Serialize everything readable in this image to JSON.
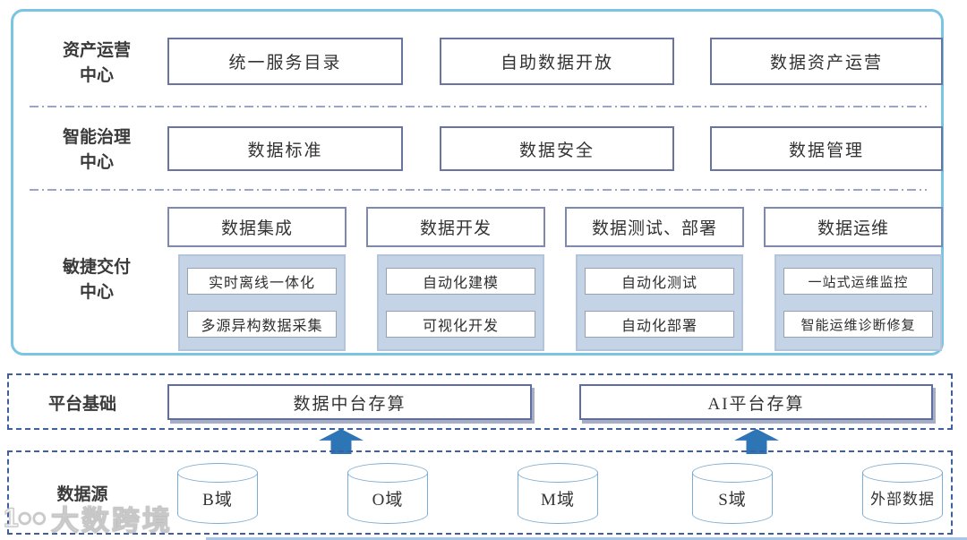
{
  "layers": {
    "asset_ops": {
      "label": "资产运营\n中心",
      "boxes": [
        "统一服务目录",
        "自助数据开放",
        "数据资产运营"
      ]
    },
    "governance": {
      "label": "智能治理\n中心",
      "boxes": [
        "数据标准",
        "数据安全",
        "数据管理"
      ]
    },
    "agile": {
      "label": "敏捷交付\n中心",
      "columns": [
        {
          "header": "数据集成",
          "items": [
            "实时离线一体化",
            "多源异构数据采集"
          ]
        },
        {
          "header": "数据开发",
          "items": [
            "自动化建模",
            "可视化开发"
          ]
        },
        {
          "header": "数据测试、部署",
          "items": [
            "自动化测试",
            "自动化部署"
          ]
        },
        {
          "header": "数据运维",
          "items": [
            "一站式运维监控",
            "智能运维诊断修复"
          ]
        }
      ]
    },
    "platform": {
      "label": "平台基础",
      "boxes": [
        "数据中台存算",
        "AI平台存算"
      ]
    },
    "sources": {
      "label": "数据源",
      "cylinders": [
        "B域",
        "O域",
        "M域",
        "S域",
        "外部数据"
      ]
    }
  },
  "watermark": {
    "logo": "1○○",
    "text": "大数跨境"
  },
  "colors": {
    "outer_border": "#79c5e3",
    "box_border": "#69749f",
    "dashed_border": "#3f5fa0",
    "divider": "#9aa6c6",
    "agile_panel_bg": "#c5d3e6",
    "arrow": "#2e75b6",
    "cylinder_border": "#7bacd4",
    "text": "#333333"
  }
}
